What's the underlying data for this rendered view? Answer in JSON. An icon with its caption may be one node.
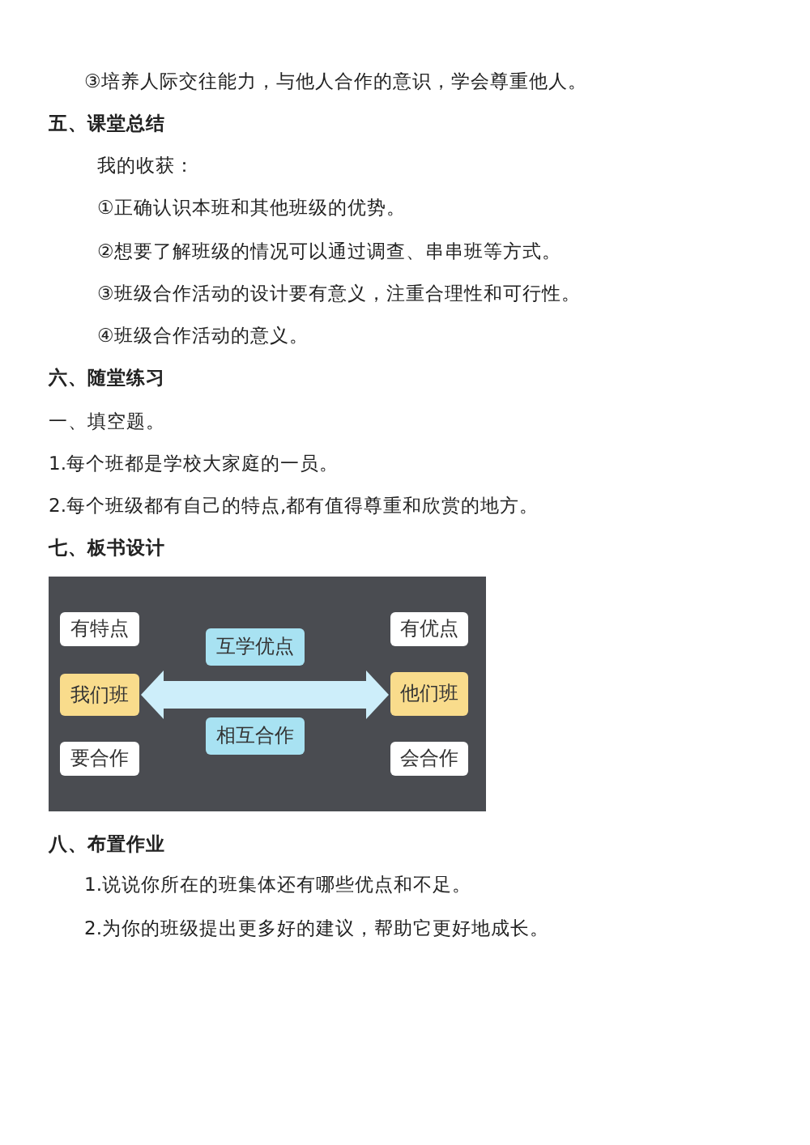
{
  "diagram": {
    "nodes": [
      {
        "text": [
          "有特点"
        ]
      },
      {
        "text": [
          "我们班"
        ]
      },
      {
        "text": [
          "要合作"
        ]
      },
      {
        "text": [
          "互学优点"
        ]
      },
      {
        "text": [
          "相互合作"
        ]
      },
      {
        "text": [
          "有优点"
        ]
      },
      {
        "text": [
          "他们班"
        ]
      },
      {
        "text": [
          "会合作"
        ]
      }
    ],
    "edges": [
      {
        "from": 1,
        "to": 6,
        "arrow": "both"
      }
    ],
    "labels": [
      "③培养人际交往能力，与他人合作的意识，学会尊重他人。",
      "五、课堂总结",
      "我的收获：",
      "①正确认识本班和其他班级的优势。",
      "②想要了解班级的情况可以通过调查、串串班等方式。",
      "③班级合作活动的设计要有意义，注重合理性和可行性。",
      "④班级合作活动的意义。",
      "六、随堂练习",
      "一、填空题。",
      "1.每个班都是学校大家庭的一员。",
      "2.每个班级都有自己的特点,都有值得尊重和欣赏的地方。",
      "七、板书设计",
      "八、布置作业",
      "1.说说你所在的班集体还有哪些优点和不足。",
      "2.为你的班级提出更多好的建议，帮助它更好地成长。"
    ]
  }
}
